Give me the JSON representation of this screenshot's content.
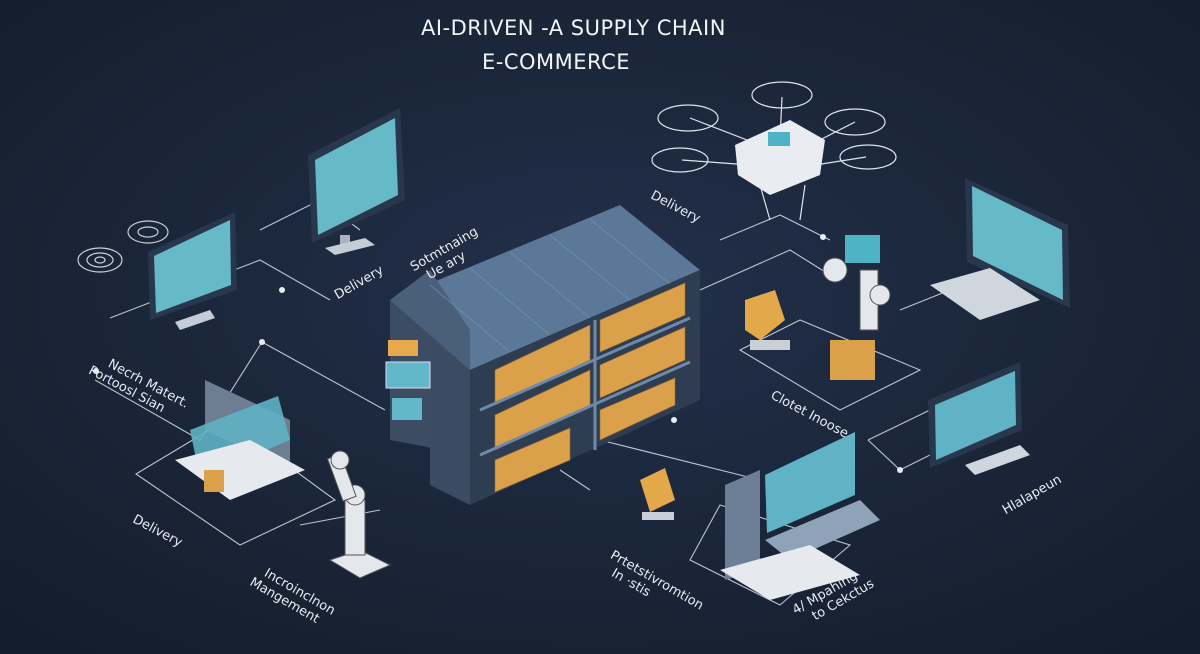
{
  "title": {
    "line1": "AI-DRIVEN -A SUPPLY CHAIN",
    "line2": "E-COMMERCE"
  },
  "labels": {
    "sourcing": [
      "Sotmtnaing",
      "Ue ary"
    ],
    "delivery_left": "Delivery",
    "delivery_drone": "Delivery",
    "network": [
      "Necrh Matert.",
      "Portoosl Sian"
    ],
    "delivery_bottom": "Delivery",
    "inventory": [
      "Incroinclnon",
      "Mangement"
    ],
    "client": "Clotet Inoose",
    "predictive": [
      "Prtetstivromtion",
      "In ·stis"
    ],
    "mapping": [
      "4/ Mpahing",
      "to Cekctus"
    ],
    "helpdesk": "Hlalapeun"
  },
  "colors": {
    "background": "#1a2536",
    "roof": "#4e6a8a",
    "wall": "#3f5269",
    "box": "#e0a14a",
    "screen": "#5fb3c4",
    "line": "#d8e0e8"
  }
}
